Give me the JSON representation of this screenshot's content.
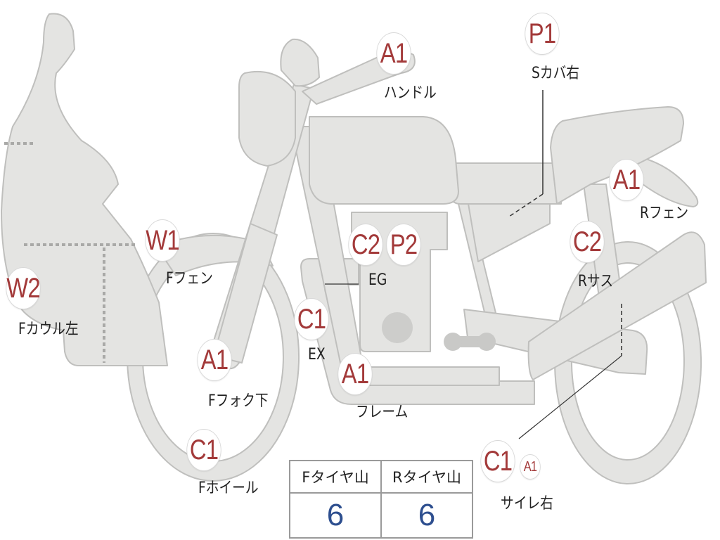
{
  "colors": {
    "body_fill": "#e4e4e2",
    "body_stroke": "#bfbfbd",
    "badge_text": "#a33a3a",
    "value_text": "#2e4f8f",
    "label_text": "#222222"
  },
  "parts": [
    {
      "key": "handle",
      "code": "A1",
      "label": "ハンドル"
    },
    {
      "key": "scover_r",
      "code": "P1",
      "label": "Sカバ右"
    },
    {
      "key": "rfender",
      "code": "A1",
      "label": "Rフェン"
    },
    {
      "key": "rsus",
      "code": "C2",
      "label": "Rサス"
    },
    {
      "key": "eg",
      "code": "C2",
      "code2": "P2",
      "label": "EG"
    },
    {
      "key": "ffender",
      "code": "W1",
      "label": "Fフェン"
    },
    {
      "key": "fcowl_l",
      "code": "W2",
      "label": "Fカウル左"
    },
    {
      "key": "ex",
      "code": "C1",
      "label": "EX"
    },
    {
      "key": "ffork_low",
      "code": "A1",
      "label": "Fフォク下"
    },
    {
      "key": "frame",
      "code": "A1",
      "label": "フレーム"
    },
    {
      "key": "fwheel",
      "code": "C1",
      "label": "Fホイール"
    },
    {
      "key": "silencer_r",
      "code": "C1",
      "code2": "A1",
      "label": "サイレ右"
    }
  ],
  "tires": {
    "front_label": "Fタイヤ山",
    "rear_label": "Rタイヤ山",
    "front_value": "6",
    "rear_value": "6"
  }
}
